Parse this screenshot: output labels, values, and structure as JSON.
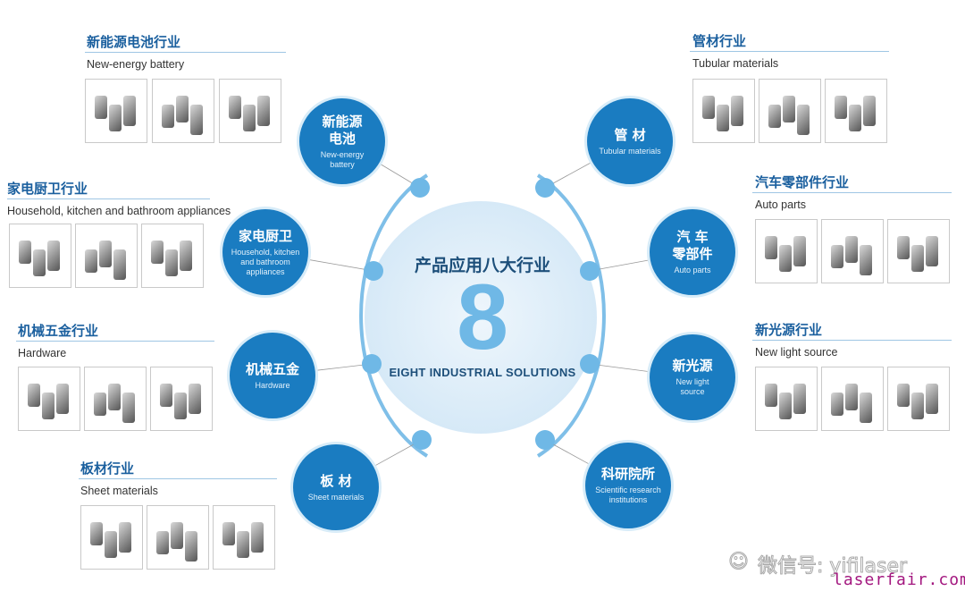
{
  "center": {
    "title": "产品应用八大行业",
    "number": "8",
    "subtitle": "EIGHT INDUSTRIAL SOLUTIONS"
  },
  "nodes": [
    {
      "cn": "新能源\n电池",
      "en": "New-energy\nbattery"
    },
    {
      "cn": "家电厨卫",
      "en": "Household, kitchen\nand bathroom\nappliances"
    },
    {
      "cn": "机械五金",
      "en": "Hardware"
    },
    {
      "cn": "板 材",
      "en": "Sheet materials"
    },
    {
      "cn": "管 材",
      "en": "Tubular materials"
    },
    {
      "cn": "汽 车\n零部件",
      "en": "Auto parts"
    },
    {
      "cn": "新光源",
      "en": "New light\nsource"
    },
    {
      "cn": "科研院所",
      "en": "Scientific research\ninstitutions"
    }
  ],
  "panels": [
    {
      "title": "新能源电池行业",
      "subtitle": "New-energy battery",
      "images": [
        "battery-parts-photo",
        "battery-foil-photo",
        "battery-module-photo"
      ]
    },
    {
      "title": "家电厨卫行业",
      "subtitle": "Household, kitchen  and  bathroom  appliances",
      "images": [
        "oven-photo",
        "kettle-photo",
        "heating-element-photo"
      ]
    },
    {
      "title": "机械五金行业",
      "subtitle": "Hardware",
      "images": [
        "gear-part-photo",
        "saw-blade-photo",
        "coupling-photo"
      ]
    },
    {
      "title": "板材行业",
      "subtitle": "Sheet materials",
      "images": [
        "welded-sheet-photo",
        "sheet-seam-photo",
        "bent-sheet-photo"
      ]
    },
    {
      "title": "管材行业",
      "subtitle": "Tubular materials",
      "images": [
        "profile-tubes-photo",
        "copper-tube-photo",
        "steel-tube-photo"
      ]
    },
    {
      "title": "汽车零部件行业",
      "subtitle": "Auto parts",
      "images": [
        "filters-photo",
        "spark-plugs-photo",
        "bracket-photo"
      ]
    },
    {
      "title": "新光源行业",
      "subtitle": "New light source",
      "images": [
        "lamp-tubes-photo",
        "electrodes-photo",
        "lamp-parts-photo"
      ]
    }
  ],
  "watermark": {
    "wechat": "微信号: yifilaser",
    "site": "laserfair.com"
  },
  "colors": {
    "node": "#1a7cc1",
    "ring": "#6fb8e6",
    "title": "#1a5f9e",
    "site": "#a3177f"
  }
}
